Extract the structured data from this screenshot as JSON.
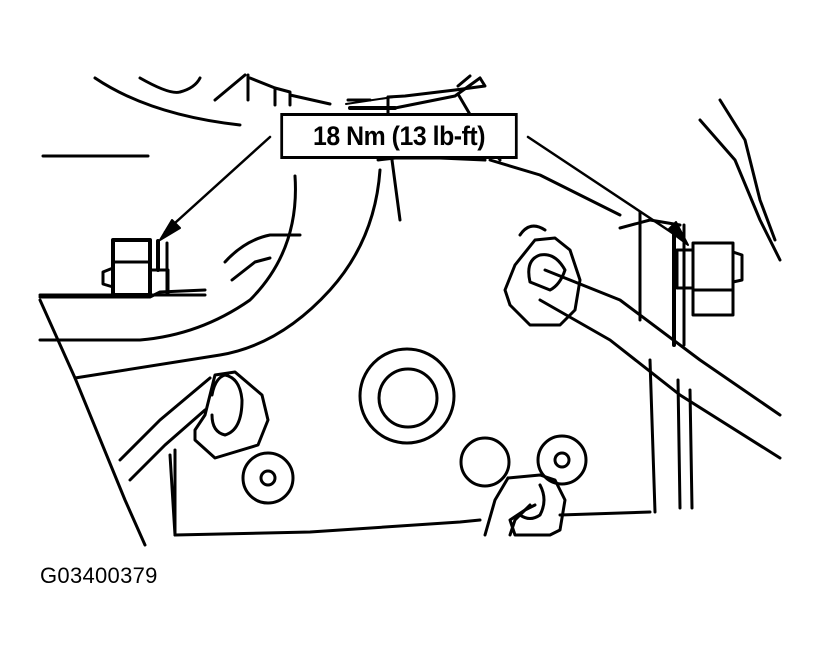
{
  "diagram": {
    "type": "automotive service line drawing",
    "callout": {
      "torque_label": "18 Nm (13 lb-ft)",
      "arrow_count": 2
    },
    "figure_id": "G03400379",
    "colors": {
      "line": "#000000",
      "background": "#ffffff"
    }
  }
}
